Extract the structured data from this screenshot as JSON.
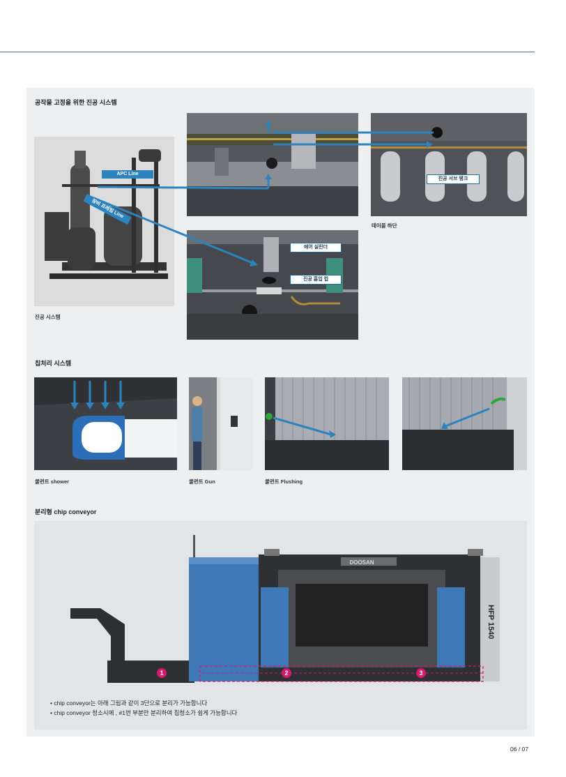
{
  "section1": {
    "title": "공작물 고정을 위한 진공 시스템",
    "left_caption": "진공 시스템",
    "tr_caption": "테이블 하단",
    "labels": {
      "apc_line": "APC Line",
      "frame_line": "장비 프레임 Line",
      "sub_tank": "진공 서브 탱크",
      "air_cylinder": "에어 실린더",
      "suction_cup": "진공 흡입 컵"
    }
  },
  "section2": {
    "title": "칩처리 시스템",
    "captions": [
      "쿨런트 shower",
      "쿨런트 Gun",
      "쿨런트 Flushing"
    ]
  },
  "section3": {
    "title": "분리형 chip conveyor",
    "machine_brand": "DOOSAN",
    "machine_model": "HFP 1540",
    "markers": [
      "1",
      "2",
      "3"
    ],
    "notes": [
      "• chip conveyor는 아래 그림과 같이 3단으로 분리가 가능합니다",
      "• chip conveyor 청소시에 , #1번 부분만 분리하여 칩청소가 쉽게 가능합니다"
    ]
  },
  "footer": {
    "page": "06 / 07"
  },
  "colors": {
    "accent": "#2c83bd",
    "marker": "#d6196e",
    "rule": "#4a6f8f"
  }
}
